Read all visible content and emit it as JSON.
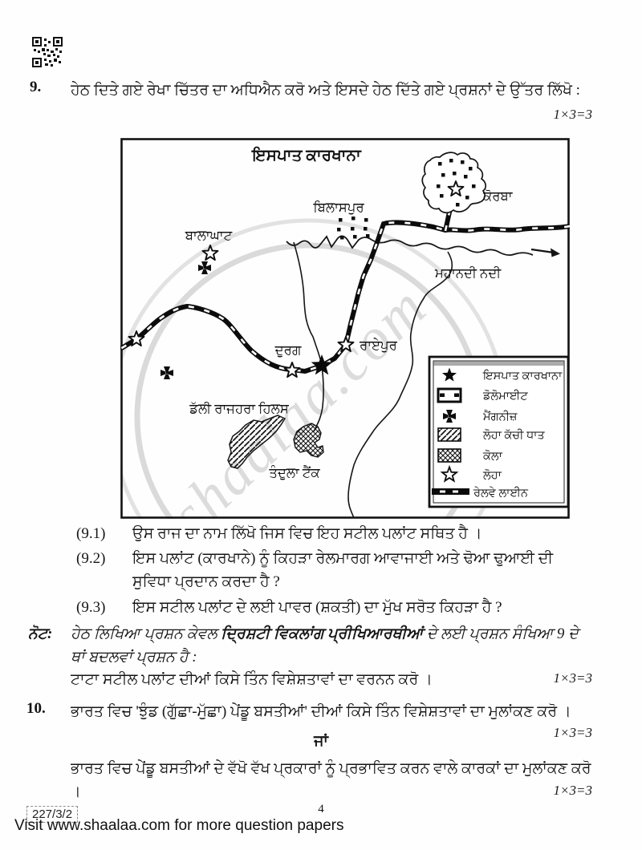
{
  "q9": {
    "number": "9.",
    "text": "ਹੇਠ ਦਿਤੇ ਗਏ ਰੇਖਾ ਚਿੱਤਰ ਦਾ ਅਧਿਐਨ ਕਰੋ ਅਤੇ ਇਸਦੇ ਹੇਠ ਦਿੱਤੇ ਗਏ ਪ੍ਰਸ਼ਨਾਂ ਦੇ ਉੱਤਰ ਲਿੱਖੋ :",
    "marks": "1×3=3"
  },
  "map": {
    "title": "ਇਸਪਾਤ ਕਾਰਖਾਨਾ",
    "places": {
      "korba": "ਕੋਰਬਾ",
      "bilaspur": "ਬਿਲਾਸਪੁਰ",
      "balaghat": "ਬਾਲਾਘਾਟ",
      "mahanadi": "ਮਹਾਨਦੀ ਨਦੀ",
      "durg": "ਦੁਰਗ",
      "raipur": "ਰਾਏਪੁਰ",
      "dalli_rajhara": "ਡੱਲੀ ਰਾਜਹਰਾ ਹਿਲਸ",
      "tandula_tank": "ਤੰਦੁਲਾ ਟੈਂਕ"
    },
    "legend": [
      {
        "symbol": "filled-star",
        "label": "ਇਸਪਾਤ ਕਾਰਖਾਨਾ"
      },
      {
        "symbol": "dolomite-rect",
        "label": "ਡੋਲੋਮਾਈਟ"
      },
      {
        "symbol": "maltese-cross",
        "label": "ਮੈਂਗਨੀਜ਼"
      },
      {
        "symbol": "diagonal-hatch",
        "label": "ਲੋਹਾ ਕੱਚੀ ਧਾਤ"
      },
      {
        "symbol": "crosshatch",
        "label": "ਕੋਲਾ"
      },
      {
        "symbol": "open-star",
        "label": "ਲੋਹਾ"
      },
      {
        "symbol": "railway-line",
        "label": "ਰੇਲਵੇ ਲਾਈਨ"
      }
    ],
    "watermark": "shaalaa.com"
  },
  "subquestions": [
    {
      "number": "(9.1)",
      "text": "ਉਸ ਰਾਜ ਦਾ ਨਾਮ ਲਿੱਖੋ ਜਿਸ ਵਿਚ ਇਹ ਸਟੀਲ ਪਲਾਂਟ ਸਥਿਤ ਹੈ ।"
    },
    {
      "number": "(9.2)",
      "text": "ਇਸ ਪਲਾਂਟ (ਕਾਰਖਾਨੇ) ਨੂੰ ਕਿਹੜਾ ਰੇਲਮਾਰਗ ਆਵਾਜਾਈ ਅਤੇ ਢੋਆ ਢੁਆਈ ਦੀ ਸੁਵਿਧਾ ਪ੍ਰਦਾਨ ਕਰਦਾ ਹੈ ?"
    },
    {
      "number": "(9.3)",
      "text": "ਇਸ ਸਟੀਲ ਪਲਾਂਟ ਦੇ ਲਈ ਪਾਵਰ (ਸ਼ਕਤੀ) ਦਾ ਮੁੱਖ ਸਰੋਤ ਕਿਹੜਾ ਹੈ ?"
    }
  ],
  "note": {
    "label": "ਨੋਟ:",
    "text_before": "ਹੇਠ ਲਿਖਿਆ ਪ੍ਰਸ਼ਨ ਕੇਵਲ ",
    "text_bold": "ਦ੍ਰਿਸ਼ਟੀ ਵਿਕਲਾਂਗ ਪ੍ਰੀਖਿਆਰਥੀਆਂ",
    "text_after": " ਦੇ ਲਈ ਪ੍ਰਸ਼ਨ ਸੰਖਿਆ 9 ਦੇ ਥਾਂ ਬਦਲਵਾਂ ਪ੍ਰਸ਼ਨ ਹੈ :",
    "alt_question": "ਟਾਟਾ ਸਟੀਲ ਪਲਾਂਟ ਦੀਆਂ ਕਿਸੇ ਤਿੰਨ ਵਿਸ਼ੇਸ਼ਤਾਵਾਂ ਦਾ ਵਰਨਨ ਕਰੋ ।",
    "marks": "1×3=3"
  },
  "q10": {
    "number": "10.",
    "text": "ਭਾਰਤ ਵਿਚ 'ਝੁੰਡ (ਗੁੱਛਾ-ਮੁੱਛਾ) ਪੇਂਡੂ ਬਸਤੀਆਂ' ਦੀਆਂ ਕਿਸੇ ਤਿੰਨ ਵਿਸ਼ੇਸ਼ਤਾਵਾਂ ਦਾ ਮੁਲਾਂਕਣ ਕਰੋ ।",
    "marks": "1×3=3",
    "or_label": "ਜਾਂ",
    "alt_text": "ਭਾਰਤ ਵਿਚ ਪੇਂਡੂ ਬਸਤੀਆਂ ਦੇ ਵੱਖੋ ਵੱਖ ਪ੍ਰਕਾਰਾਂ ਨੂੰ ਪ੍ਰਭਾਵਿਤ ਕਰਨ ਵਾਲੇ ਕਾਰਕਾਂ ਦਾ ਮੁਲਾਂਕਣ ਕਰੋ ।",
    "alt_marks": "1×3=3"
  },
  "footer": {
    "paper_code": "227/3/2",
    "page_number": "4",
    "visit_text": "Visit www.shaalaa.com for more question papers"
  }
}
